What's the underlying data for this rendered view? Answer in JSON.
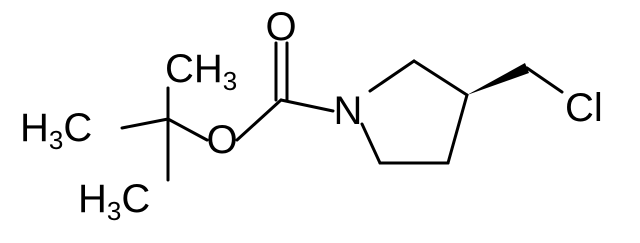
{
  "molecule": {
    "atoms": {
      "ch3_top": {
        "base": "CH",
        "sub": "3"
      },
      "h3c_mid": {
        "pre": "H",
        "sub": "3",
        "post": "C"
      },
      "h3c_bot": {
        "pre": "H",
        "sub": "3",
        "post": "C"
      },
      "o_carbonyl": "O",
      "o_ester": "O",
      "n_ring": "N",
      "cl": "Cl"
    }
  },
  "colors": {
    "ink": "#000000",
    "background": "#ffffff"
  }
}
